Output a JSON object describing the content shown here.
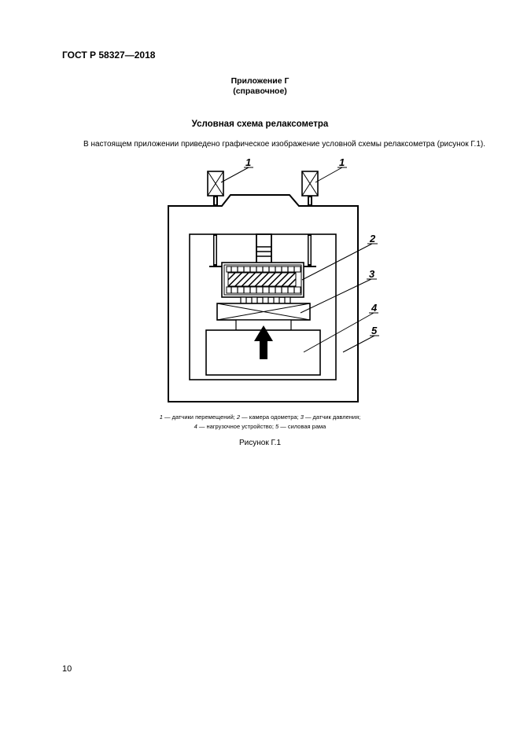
{
  "header": {
    "doc_code": "ГОСТ Р 58327—2018"
  },
  "appendix": {
    "title": "Приложение Г",
    "type": "(справочное)"
  },
  "section": {
    "title": "Условная схема релаксометра"
  },
  "intro": "В настоящем приложении приведено графическое изображение условной схемы релаксометра (рисунок Г.1).",
  "figure": {
    "labels": [
      "1",
      "1",
      "2",
      "3",
      "4",
      "5"
    ],
    "legend": [
      [
        {
          "num": "1",
          "text": " — датчики перемещений; "
        },
        {
          "num": "2",
          "text": " — камера одометра; "
        },
        {
          "num": "3",
          "text": " — датчик давления;"
        }
      ],
      [
        {
          "num": "4",
          "text": " — нагрузочное устройство; "
        },
        {
          "num": "5",
          "text": " — силовая рама"
        }
      ]
    ],
    "caption": "Рисунок Г.1"
  },
  "footer": {
    "page_number": "10"
  }
}
